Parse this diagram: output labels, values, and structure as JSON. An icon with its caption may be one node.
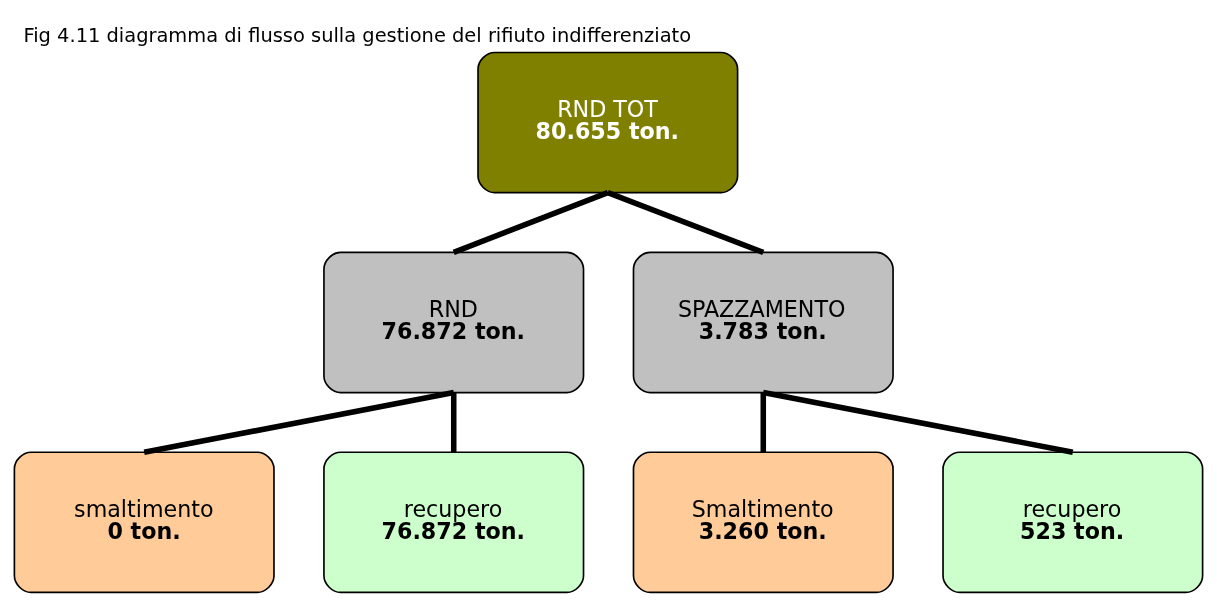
{
  "diagram": {
    "title": "Fig 4.11 diagramma di flusso sulla gestione del rifiuto indifferenziato",
    "nodes": [
      {
        "text": [
          "RND TOT",
          "80.655 ton."
        ]
      },
      {
        "text": [
          "RND",
          "76.872 ton."
        ]
      },
      {
        "text": [
          "SPAZZAMENTO",
          "3.783 ton."
        ]
      },
      {
        "text": [
          "smaltimento",
          "0 ton."
        ]
      },
      {
        "text": [
          "recupero",
          "76.872 ton."
        ]
      },
      {
        "text": [
          "Smaltimento",
          "3.260 ton."
        ]
      },
      {
        "text": [
          "recupero",
          "523 ton."
        ]
      }
    ],
    "edges": [
      {
        "from": 0,
        "to": 1,
        "arrow": "none"
      },
      {
        "from": 0,
        "to": 2,
        "arrow": "none"
      },
      {
        "from": 1,
        "to": 3,
        "arrow": "none"
      },
      {
        "from": 1,
        "to": 4,
        "arrow": "none"
      },
      {
        "from": 2,
        "to": 5,
        "arrow": "none"
      },
      {
        "from": 2,
        "to": 6,
        "arrow": "none"
      }
    ]
  }
}
